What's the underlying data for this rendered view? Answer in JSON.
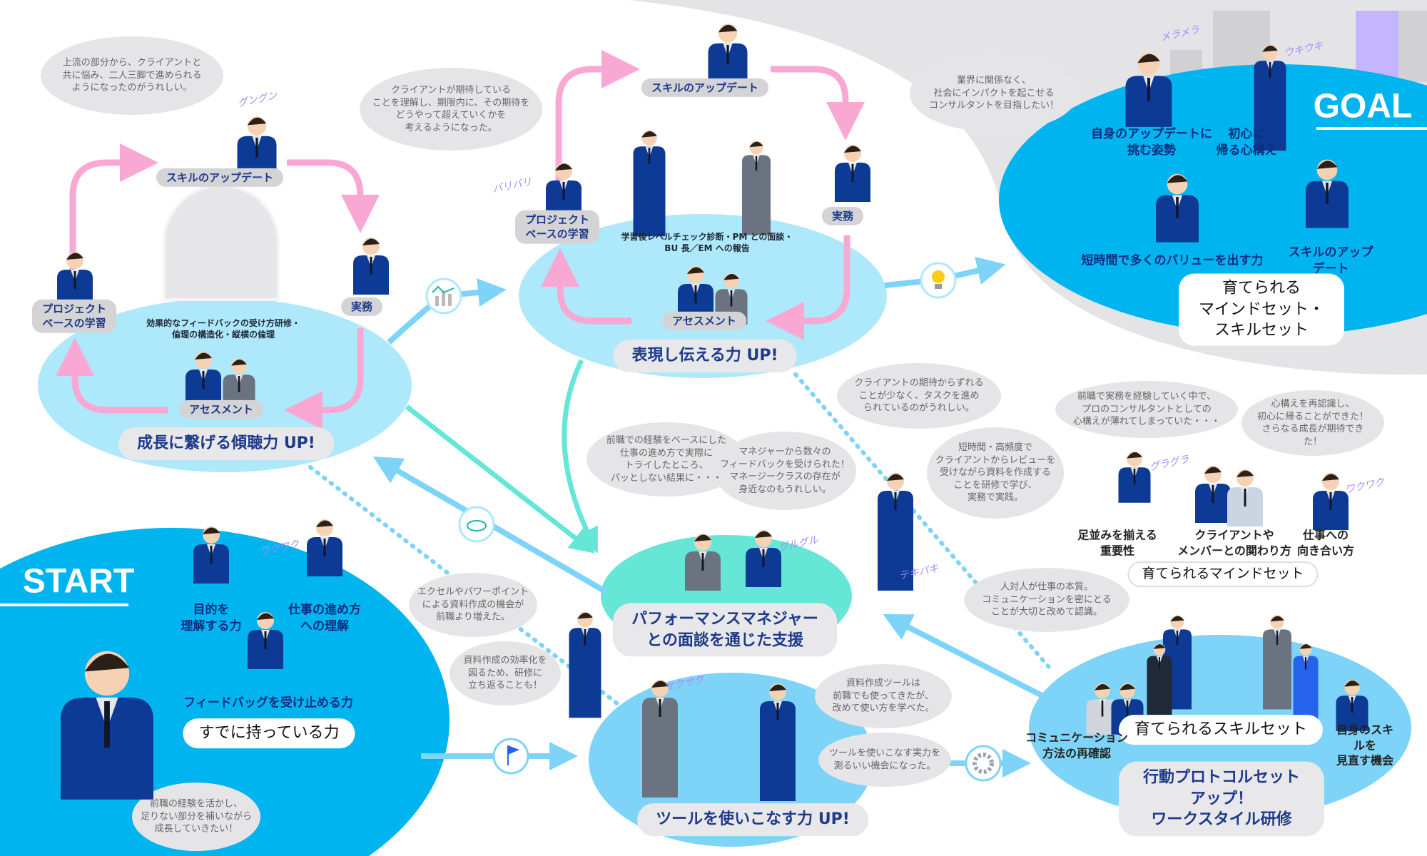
{
  "colors": {
    "navy": "#1e3a8a",
    "sky": "#00b4f0",
    "light": "#aee8fb",
    "teal": "#66e6d6",
    "pink": "#f9a8d4",
    "purple": "#a78bfa",
    "bubble": "#e5e5e7"
  },
  "start": {
    "title": "START",
    "skills": [
      "目的を\n理解する力",
      "仕事の進め方\nへの理解",
      "フィードバッグを受け止める力"
    ],
    "pill": "すでに持っている力",
    "bubble": "前職の経験を活かし、\n足りない部分を補いながら\n成長していきたい！",
    "ono": "ワクワク"
  },
  "listening": {
    "title": "成長に繋げる傾聴力 UP!",
    "nodes": {
      "skill": "スキルのアップデート",
      "project": "プロジェクト\nベースの学習",
      "work": "実務",
      "assess": "アセスメント"
    },
    "caption": "効果的なフィードバックの受け方研修・\n倫理の構造化・縦横の倫理",
    "bubble": "上流の部分から、クライアントと\n共に悩み、二人三脚で進められる\nようになったのがうれしい。",
    "ono": "グングン"
  },
  "expression": {
    "title": "表現し伝える力 UP!",
    "nodes": {
      "skill": "スキルのアップデート",
      "project": "プロジェクト\nベースの学習",
      "work": "実務",
      "assess": "アセスメント"
    },
    "caption": "学習後レベルチェック診断・PM との面談・\nBU 長／EM への報告",
    "bubble": "クライアントが期待している\nことを理解し、期限内に、その期待を\nどうやって超えていくかを\n考えるようになった。",
    "ono": "バリバリ"
  },
  "goal": {
    "title": "GOAL",
    "items": [
      "自身のアップデートに\n挑む姿勢",
      "初心に\n帰る心構え",
      "短時間で多くのバリューを出す力",
      "スキルのアップデート"
    ],
    "pill": "育てられる\nマインドセット・スキルセット",
    "bubble": "業界に関係なく、\n社会にインパクトを起こせる\nコンサルタントを目指したい！",
    "ono": [
      "メラメラ",
      "ウキウキ"
    ]
  },
  "pm": {
    "title": "パフォーマンスマネジャー\nとの面談を通じた支援",
    "bubbles": [
      "前職での経験をベースにした\n仕事の進め方で実際に\nトライしたところ、\nパッとしない結果に・・・",
      "マネジャーから数々の\nフィードバックを受けられた！\nマネージークラスの存在が\n身近なのもうれしい。"
    ],
    "ono": "グルグル"
  },
  "walker": {
    "bubbles": [
      "クライアントの期待からずれる\nことが少なく、タスクを進め\nられているのがうれしい。",
      "短時間・高頻度で\nクライアントからレビューを\n受けながら資料を作成する\nことを研修で学び、\n実務で実践。"
    ],
    "ono": "テキパキ"
  },
  "tools": {
    "title": "ツールを使いこなす力 UP!",
    "bubbles": [
      "エクセルやパワーポイント\nによる資料作成の機会が\n前職より増えた。",
      "資料作成の効率化を\n図るため、研修に\n立ち返ることも！",
      "資料作成ツールは\n前職でも使ってきたが、\n改めて使い方を学べた。",
      "ツールを使いこなす実力を\n測るいい機会になった。"
    ],
    "ono": "サクサク"
  },
  "mindset": {
    "items": [
      "足並みを揃える\n重要性",
      "クライアントや\nメンバーとの関わり方",
      "仕事への\n向き合い方"
    ],
    "pill": "育てられるマインドセット",
    "bubbles": [
      "前職で実務を経験していく中で、\nプロのコンサルタントとしての\n心構えが薄れてしまっていた・・・",
      "心構えを再認識し、\n初心に帰ることができた！\nさらなる成長が期待できた！"
    ],
    "ono": [
      "グラグラ",
      "ワクワク"
    ]
  },
  "workstyle": {
    "title": "行動プロトコルセットアップ！\nワークスタイル研修",
    "pill": "育てられるスキルセット",
    "items": [
      "コミュニケーション\n方法の再確認",
      "自身のスキルを\n見直す機会"
    ],
    "bubble": "人対人が仕事の本質。\nコミュニケーションを密にとる\nことが大切と改めて認識。"
  },
  "icons": [
    "chart-icon",
    "lightbulb-icon",
    "flag-icon",
    "gear-icon",
    "cloud-icon"
  ]
}
